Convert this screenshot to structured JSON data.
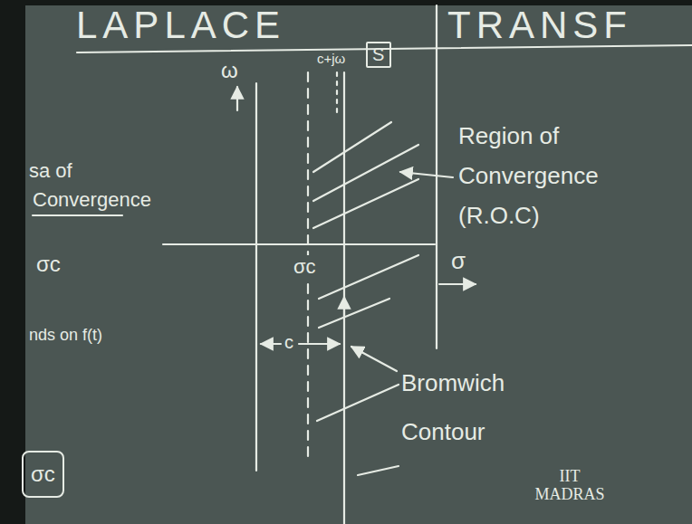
{
  "diagram": {
    "nodes": [
      {
        "text": [
          "S"
        ]
      },
      {
        "text": [
          "σc"
        ]
      }
    ],
    "labels": [
      "LAPLACE",
      "TRANSF",
      "ω",
      "c+jω",
      "Region of Convergence (R.O.C)",
      "σc",
      "σ",
      "c",
      "Bromwich Contour",
      "sa of",
      "Convergence",
      "σc",
      "nds on f(t)",
      "IIT MADRAS"
    ]
  }
}
